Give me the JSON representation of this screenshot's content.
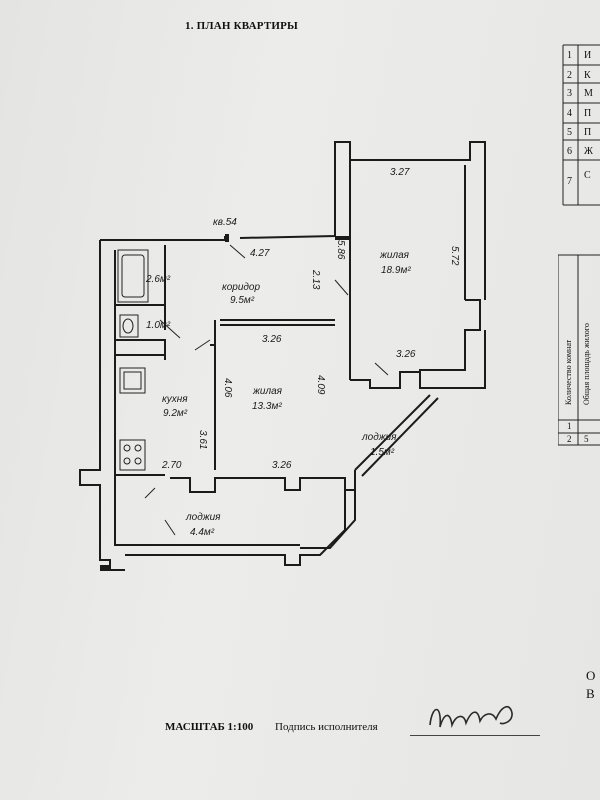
{
  "header": {
    "title": "1. ПЛАН КВАРТИРЫ"
  },
  "plan": {
    "apartment_label": "кв.54",
    "rooms": [
      {
        "name": "",
        "area": "2.6м²"
      },
      {
        "name": "",
        "area": "1.0м²"
      },
      {
        "name": "коридор",
        "area": "9.5м²"
      },
      {
        "name": "жилая",
        "area": "18.9м²"
      },
      {
        "name": "кухня",
        "area": "9.2м²"
      },
      {
        "name": "жилая",
        "area": "13.3м²"
      },
      {
        "name": "лоджия",
        "area": "1.5м²"
      },
      {
        "name": "лоджия",
        "area": "4.4м²"
      }
    ],
    "dimensions": {
      "room1_top": "3.27",
      "room1_left": "5.86",
      "room1_right": "5.72",
      "room1_bottom": "3.26",
      "corridor_top": "4.27",
      "corridor_right": "2.13",
      "living2_top": "3.26",
      "living2_left": "4.06",
      "living2_right": "4.09",
      "living2_bottom": "3.26",
      "kitchen_right": "3.61",
      "kitchen_bottom": "2.70"
    }
  },
  "footer": {
    "scale": "МАСШТАБ 1:100",
    "signature_label": "Подпись исполнителя"
  },
  "right_table": {
    "row_numbers": [
      "1",
      "2",
      "3",
      "4",
      "5",
      "6",
      "7"
    ],
    "row_letters": [
      "И",
      "К",
      "М",
      "П",
      "П",
      "Ж",
      "С"
    ],
    "column_heads": [
      "Количество комнат",
      "Общая площадь жилого"
    ],
    "count_rows": [
      {
        "n": "1",
        "v": ""
      },
      {
        "n": "2",
        "v": "5"
      }
    ],
    "edge_letters": [
      "О",
      "В"
    ]
  }
}
